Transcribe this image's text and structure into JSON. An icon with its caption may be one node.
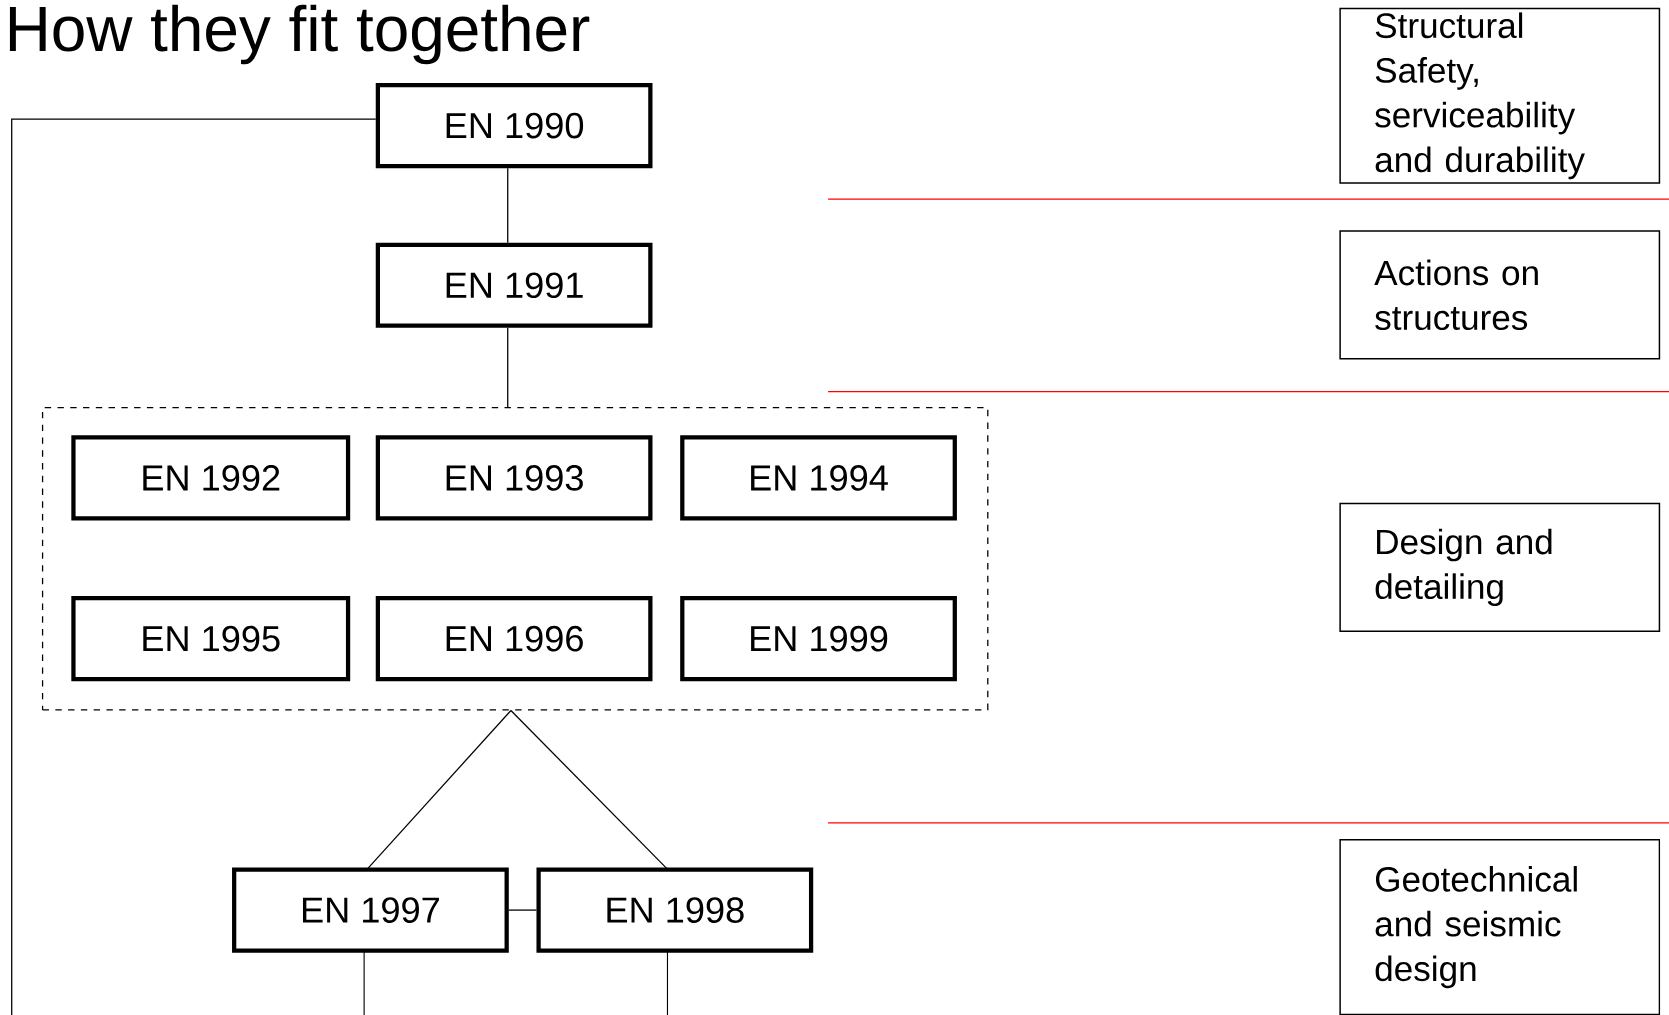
{
  "diagram": {
    "title": "How they fit together",
    "nodes": [
      {
        "text": [
          "EN 1990"
        ]
      },
      {
        "text": [
          "EN 1991"
        ]
      },
      {
        "text": [],
        "shape": "box"
      },
      {
        "text": [
          "EN 1992"
        ],
        "in": 2
      },
      {
        "text": [
          "EN 1993"
        ],
        "in": 2
      },
      {
        "text": [
          "EN 1994"
        ],
        "in": 2
      },
      {
        "text": [
          "EN 1995"
        ],
        "in": 2
      },
      {
        "text": [
          "EN 1996"
        ],
        "in": 2
      },
      {
        "text": [
          "EN 1999"
        ],
        "in": 2
      },
      {
        "text": [
          "EN 1997"
        ]
      },
      {
        "text": [
          "EN 1998"
        ]
      },
      {
        "text": [
          "Structural Safety, serviceability and durability"
        ]
      },
      {
        "text": [
          "Actions on structures"
        ]
      },
      {
        "text": [
          "Design and detailing"
        ]
      },
      {
        "text": [
          "Geotechnical and seismic design"
        ]
      }
    ],
    "edges": [
      {
        "from": 0,
        "to": 1,
        "arrow": "none"
      },
      {
        "from": 1,
        "to": 2,
        "arrow": "none"
      },
      {
        "from": 2,
        "to": 9,
        "arrow": "none"
      },
      {
        "from": 2,
        "to": 10,
        "arrow": "none"
      },
      {
        "from": 9,
        "to": 10,
        "arrow": "none"
      },
      {
        "from": 0,
        "to": null,
        "arrow": "none"
      },
      {
        "from": 9,
        "to": null,
        "arrow": "none"
      },
      {
        "from": 10,
        "to": null,
        "arrow": "none"
      }
    ]
  }
}
